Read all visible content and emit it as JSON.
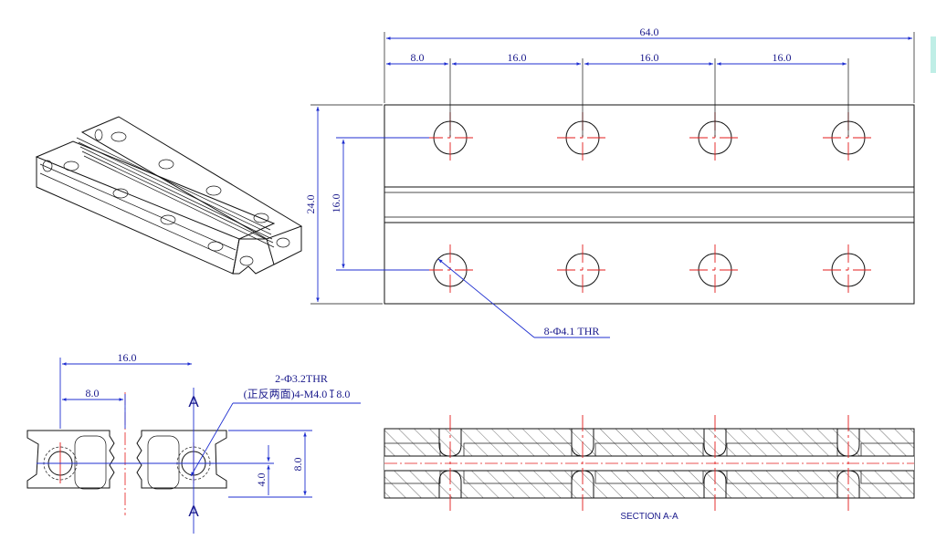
{
  "top_view": {
    "dim_overall_length": "64.0",
    "dim_first_pitch": "8.0",
    "dim_pitch_1": "16.0",
    "dim_pitch_2": "16.0",
    "dim_pitch_3": "16.0",
    "dim_overall_width": "24.0",
    "dim_hole_spacing": "16.0",
    "hole_callout": "8-Φ4.1 THR"
  },
  "end_view": {
    "dim_span": "16.0",
    "dim_offset": "8.0",
    "hole_callout_line1": "2-Φ3.2THR",
    "hole_callout_line2": "(正反两面)4-M4.0↧8.0",
    "dim_half_height": "4.0",
    "dim_height": "8.0",
    "section_marker_top": "A",
    "section_marker_bottom": "A"
  },
  "section_view": {
    "label": "SECTION A-A"
  },
  "colors": {
    "dimension": "#1f2fd0",
    "centerline": "#e31b1b",
    "outline": "#111111"
  }
}
